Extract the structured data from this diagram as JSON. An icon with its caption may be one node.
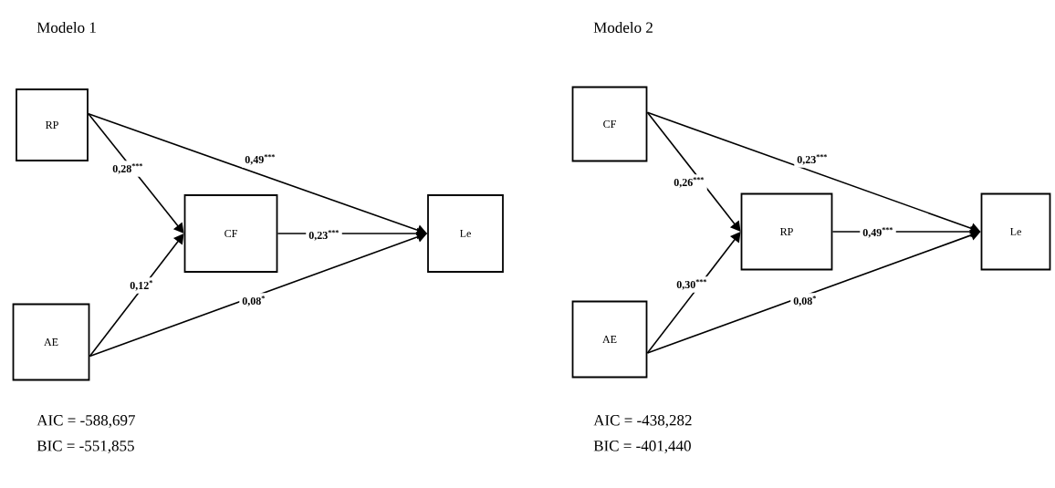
{
  "diagram": {
    "nodes": [
      {
        "text": [
          "RP"
        ]
      },
      {
        "text": [
          "CF"
        ]
      },
      {
        "text": [
          "Le"
        ]
      },
      {
        "text": [
          "AE"
        ]
      },
      {
        "text": [
          "CF"
        ]
      },
      {
        "text": [
          "RP"
        ]
      },
      {
        "text": [
          "Le"
        ]
      },
      {
        "text": [
          "AE"
        ]
      }
    ],
    "edges": [
      {
        "from": 0,
        "to": 1,
        "arrow": "to",
        "label": "0,28$^{***}$"
      },
      {
        "from": 0,
        "to": 2,
        "arrow": "to",
        "label": "0,49$^{***}$"
      },
      {
        "from": 1,
        "to": 2,
        "arrow": "to",
        "label": "0,23$^{***}$"
      },
      {
        "from": 3,
        "to": 1,
        "arrow": "to",
        "label": "0,12$^{*}$"
      },
      {
        "from": 3,
        "to": 2,
        "arrow": "to",
        "label": "0,08$^{*}$"
      },
      {
        "from": 4,
        "to": 5,
        "arrow": "to",
        "label": "0,26$^{***}$"
      },
      {
        "from": 4,
        "to": 6,
        "arrow": "to",
        "label": "0,23$^{***}$"
      },
      {
        "from": 5,
        "to": 6,
        "arrow": "to",
        "label": "0,49$^{***}$"
      },
      {
        "from": 7,
        "to": 5,
        "arrow": "to",
        "label": "0,30$^{***}$"
      },
      {
        "from": 7,
        "to": 6,
        "arrow": "to",
        "label": "0,08$^{*}$"
      }
    ],
    "labels": [
      "Modelo 1",
      "Modelo 2",
      "AIC = -588,697",
      "AIC = -438,282",
      "BIC = -551,855",
      "BIC = -401,440"
    ]
  }
}
